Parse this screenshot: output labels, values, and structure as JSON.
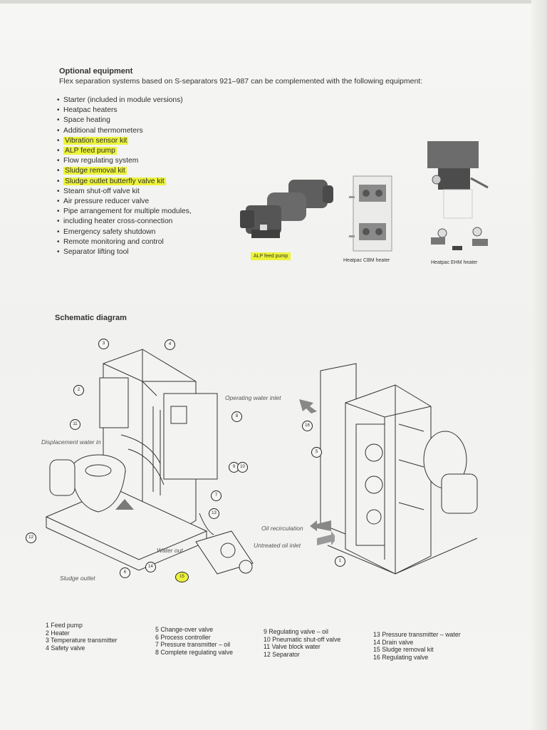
{
  "optional": {
    "title": "Optional equipment",
    "intro": "Flex separation systems based on S-separators 921–987 can be complemented with the following equipment:",
    "items": [
      "Starter (included in module versions)",
      "Heatpac heaters",
      "Space heating",
      "Additional thermometers",
      "Vibration sensor kit",
      "ALP feed pump",
      "Flow regulating system",
      "Sludge removal kit",
      "Sludge outlet butterfly valve kit",
      "Steam shut-off valve kit",
      "Air pressure reducer valve",
      "Pipe arrangement for multiple modules,",
      "including heater cross-connection",
      "Emergency safety shutdown",
      "Remote monitoring and control",
      "Separator lifting tool"
    ],
    "highlighted": [
      "Vibration sensor kit",
      "ALP feed pump",
      "Sludge removal kit",
      "Sludge outlet butterfly valve kit"
    ]
  },
  "photos": {
    "pump_caption": "ALP feed pump",
    "cbm_caption": "Heatpac CBM heater",
    "ehm_caption": "Heatpac EHM heater"
  },
  "schematic": {
    "title": "Schematic diagram",
    "labels": {
      "operating_water_inlet": "Operating water inlet",
      "displacement_water_in": "Displacement water in",
      "water_out": "Water out",
      "sludge_outlet": "Sludge outlet",
      "oil_recirculation": "Oil recirculation",
      "untreated_oil_inlet": "Untreated oil inlet"
    },
    "callouts": [
      "1",
      "2",
      "3",
      "4",
      "5",
      "6",
      "7",
      "8",
      "9",
      "10",
      "11",
      "12",
      "13",
      "14",
      "15",
      "16"
    ]
  },
  "legend": {
    "col1": [
      "1 Feed pump",
      "2 Heater",
      "3 Temperature transmitter",
      "4 Safety valve"
    ],
    "col2": [
      "5 Change-over valve",
      "6 Process controller",
      "7 Pressure transmitter – oil",
      "8 Complete regulating valve"
    ],
    "col3": [
      "9 Regulating valve – oil",
      "10 Pneumatic shut-off valve",
      "11 Valve block water",
      "12 Separator"
    ],
    "col4": [
      "13 Pressure transmitter – water",
      "14 Drain valve",
      "15 Sludge removal kit",
      "16 Regulating valve"
    ]
  },
  "colors": {
    "highlight": "#ecf33a",
    "paper": "#f3f3f1",
    "ink": "#2b2b2b"
  }
}
